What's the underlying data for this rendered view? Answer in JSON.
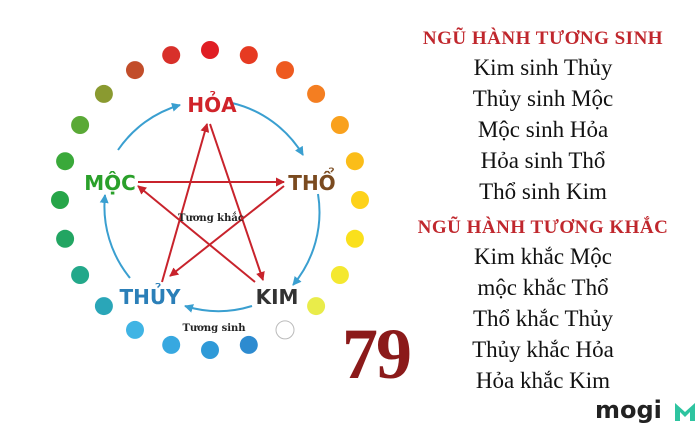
{
  "diagram": {
    "elements": {
      "hoa": "HỎA",
      "tho": "THỔ",
      "kim": "KIM",
      "thuy": "THỦY",
      "moc": "MỘC"
    },
    "center_label": "Tương khắc",
    "cycle_label": "Tương sinh",
    "colors": {
      "hoa": "#d0232a",
      "tho": "#7a4a1f",
      "kim": "#333333",
      "thuy": "#2b7fb8",
      "moc": "#2aa02a",
      "star": "#c8232c",
      "cycle_arrow": "#3a9fd0"
    },
    "dot_colors": [
      "#e01e24",
      "#e63a22",
      "#ee5a20",
      "#f47e21",
      "#f9a11d",
      "#fbbd19",
      "#fdd21a",
      "#fae01c",
      "#f4e830",
      "#e9ec4a",
      "#ffffff",
      "#2d8bd0",
      "#2f9ad8",
      "#37a8e0",
      "#40b4e4",
      "#2aa6b8",
      "#23a88a",
      "#22a562",
      "#26a548",
      "#3aa93a",
      "#5aa936",
      "#8a9a30",
      "#c24d2a",
      "#d8302a"
    ]
  },
  "number": "79",
  "generation": {
    "title": "NGŨ HÀNH TƯƠNG SINH",
    "rules": [
      "Kim sinh Thủy",
      "Thủy sinh Mộc",
      "Mộc sinh Hỏa",
      "Hỏa sinh Thổ",
      "Thổ sinh Kim"
    ]
  },
  "destruction": {
    "title": "NGŨ HÀNH TƯƠNG KHẮC",
    "rules": [
      "Kim khắc Mộc",
      "mộc khắc Thổ",
      "Thổ khắc Thủy",
      "Thủy khắc Hỏa",
      "Hỏa khắc Kim"
    ]
  },
  "logo": {
    "text": "mogi",
    "colors": {
      "text": "#222222",
      "mark": "#2ec4a0"
    }
  }
}
